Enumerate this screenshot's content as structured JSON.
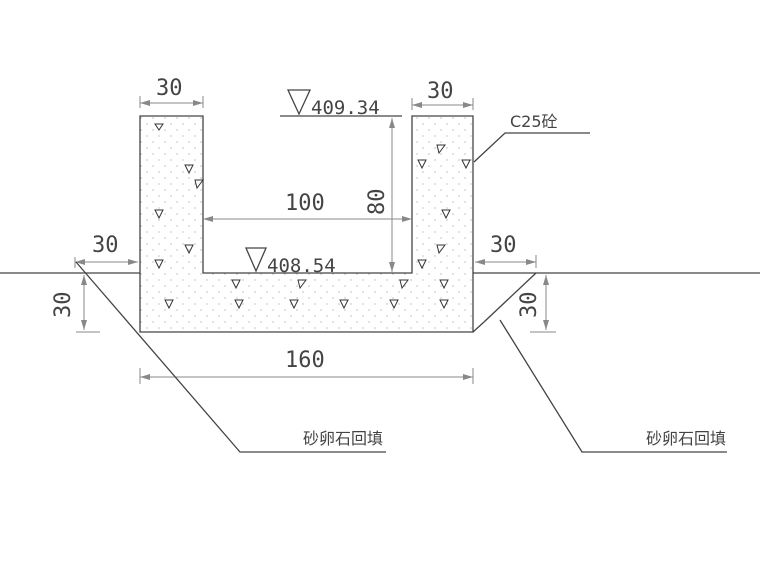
{
  "drawing": {
    "dimensions": {
      "left_wall_width": "30",
      "right_wall_width": "30",
      "inner_width": "100",
      "wall_height": "80",
      "left_offset": "30",
      "right_offset": "30",
      "left_depth": "30",
      "right_depth": "30",
      "total_width": "160"
    },
    "elevations": {
      "top": "409.34",
      "bottom": "408.54"
    },
    "labels": {
      "material": "C25砼",
      "backfill_left": "砂卵石回填",
      "backfill_right": "砂卵石回填"
    }
  }
}
